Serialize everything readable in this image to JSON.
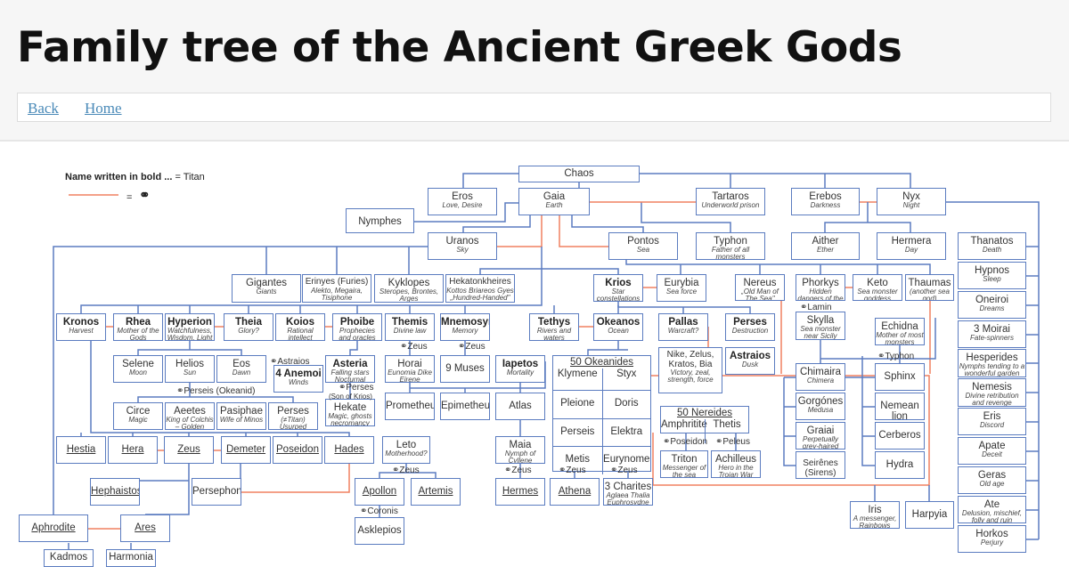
{
  "page": {
    "title": "Family tree of the Ancient Greek Gods"
  },
  "nav": {
    "back": "Back",
    "home": "Home"
  },
  "legend": {
    "bold_text": "Name written in bold ...",
    "titan_text": "= Titan",
    "equals": "=",
    "marriage_icon": "⚭"
  },
  "colors": {
    "box_border": "#5b7cc0",
    "marriage_line": "#f08060",
    "link": "#4a8ab8"
  },
  "nodes": [
    {
      "id": "chaos",
      "name": "Chaos"
    },
    {
      "id": "eros",
      "name": "Eros",
      "sub": "Love, Desire"
    },
    {
      "id": "gaia",
      "name": "Gaia",
      "sub": "Earth"
    },
    {
      "id": "nymphes",
      "name": "Nymphes"
    },
    {
      "id": "tartaros",
      "name": "Tartaros",
      "sub": "Underworld prison"
    },
    {
      "id": "erebos",
      "name": "Erebos",
      "sub": "Darkness"
    },
    {
      "id": "nyx",
      "name": "Nyx",
      "sub": "Night"
    },
    {
      "id": "uranos",
      "name": "Uranos",
      "sub": "Sky"
    },
    {
      "id": "pontos",
      "name": "Pontos",
      "sub": "Sea"
    },
    {
      "id": "typhon",
      "name": "Typhon",
      "sub": "Father of all monsters"
    },
    {
      "id": "aither",
      "name": "Aither",
      "sub": "Ether"
    },
    {
      "id": "hermera",
      "name": "Hermera",
      "sub": "Day"
    },
    {
      "id": "gigantes",
      "name": "Gigantes",
      "sub": "Giants"
    },
    {
      "id": "erinyes",
      "name": "Erinyes (Furies)",
      "sub": "Alekto, Megaira, Tisiphone"
    },
    {
      "id": "kyklopes",
      "name": "Kyklopes",
      "sub": "Steropes, Brontes, Arges"
    },
    {
      "id": "hekaton",
      "name": "Hekatonkheires",
      "sub": "Kottos Briareos Gyes „Hundred-Handed\""
    },
    {
      "id": "krios",
      "name": "Krios",
      "sub": "Star constellations",
      "titan": true
    },
    {
      "id": "eurybia",
      "name": "Eurybia",
      "sub": "Sea force"
    },
    {
      "id": "nereus",
      "name": "Nereus",
      "sub": "„Old Man of The Sea\""
    },
    {
      "id": "phorkys",
      "name": "Phorkys",
      "sub": "Hidden dangers of the deep"
    },
    {
      "id": "keto",
      "name": "Keto",
      "sub": "Sea monster goddess"
    },
    {
      "id": "thaumas",
      "name": "Thaumas",
      "sub": "(another sea god)"
    },
    {
      "id": "thanatos",
      "name": "Thanatos",
      "sub": "Death"
    },
    {
      "id": "hypnos",
      "name": "Hypnos",
      "sub": "Sleep"
    },
    {
      "id": "oneiroi",
      "name": "Oneiroi",
      "sub": "Dreams"
    },
    {
      "id": "moirai",
      "name": "3 Moirai",
      "sub": "Fate-spinners"
    },
    {
      "id": "hesperides",
      "name": "Hesperides",
      "sub": "Nymphs tending to a wonderful garden"
    },
    {
      "id": "nemesis",
      "name": "Nemesis",
      "sub": "Divine retribution and revenge"
    },
    {
      "id": "eris",
      "name": "Eris",
      "sub": "Discord"
    },
    {
      "id": "apate",
      "name": "Apate",
      "sub": "Deceit"
    },
    {
      "id": "geras",
      "name": "Geras",
      "sub": "Old age"
    },
    {
      "id": "ate",
      "name": "Ate",
      "sub": "Delusion, mischief, folly and ruin"
    },
    {
      "id": "horkos",
      "name": "Horkos",
      "sub": "Perjury"
    },
    {
      "id": "kronos",
      "name": "Kronos",
      "sub": "Harvest",
      "titan": true
    },
    {
      "id": "rhea",
      "name": "Rhea",
      "sub": "Mother of the Gods",
      "titan": true
    },
    {
      "id": "hyperion",
      "name": "Hyperion",
      "sub": "Watchfulness, Wisdom, Light",
      "titan": true
    },
    {
      "id": "theia",
      "name": "Theia",
      "sub": "Glory?",
      "titan": true
    },
    {
      "id": "koios",
      "name": "Koios",
      "sub": "Rational intellect",
      "titan": true
    },
    {
      "id": "phoibe",
      "name": "Phoibe",
      "sub": "Prophecies and oracles",
      "titan": true
    },
    {
      "id": "themis",
      "name": "Themis",
      "sub": "Divine law",
      "titan": true
    },
    {
      "id": "mnemosyne",
      "name": "Mnemosyne",
      "sub": "Memory",
      "titan": true
    },
    {
      "id": "tethys",
      "name": "Tethys",
      "sub": "Rivers and waters",
      "titan": true
    },
    {
      "id": "okeanos",
      "name": "Okeanos",
      "sub": "Ocean",
      "titan": true
    },
    {
      "id": "pallas",
      "name": "Pallas",
      "sub": "Warcraft?",
      "titan": true
    },
    {
      "id": "perses1",
      "name": "Perses",
      "sub": "Destruction",
      "titan": true
    },
    {
      "id": "selene",
      "name": "Selene",
      "sub": "Moon"
    },
    {
      "id": "helios",
      "name": "Helios",
      "sub": "Sun"
    },
    {
      "id": "eos",
      "name": "Eos",
      "sub": "Dawn"
    },
    {
      "id": "anemoi",
      "name": "4 Anemoi",
      "sub": "Winds",
      "titan": true
    },
    {
      "id": "asteria",
      "name": "Asteria",
      "sub": "Falling stars Nocturnal oracles",
      "titan": true
    },
    {
      "id": "hekate",
      "name": "Hekate",
      "sub": "Magic, ghosts necromancy etc."
    },
    {
      "id": "circe",
      "name": "Circe",
      "sub": "Magic"
    },
    {
      "id": "aeetes",
      "name": "Aeetes",
      "sub": "King of Colchis – Golden Fleece"
    },
    {
      "id": "pasiphae",
      "name": "Pasiphae",
      "sub": "Wife of Minos"
    },
    {
      "id": "perses2",
      "name": "Perses",
      "sub": "(≠Titan) Usurped Aeetes"
    },
    {
      "id": "horai",
      "name": "Horai",
      "sub": "Eunomia Dike Eirene"
    },
    {
      "id": "muses",
      "name": "9 Muses"
    },
    {
      "id": "iapetos",
      "name": "Iapetos",
      "sub": "Mortality",
      "titan": true
    },
    {
      "id": "prometheus",
      "name": "Prometheus"
    },
    {
      "id": "epimetheus",
      "name": "Epimetheus"
    },
    {
      "id": "atlas",
      "name": "Atlas"
    },
    {
      "id": "nike",
      "name": "Nike, Zelus, Kratos, Bia",
      "sub": "Victory, zeal, strength, force"
    },
    {
      "id": "astraios",
      "name": "Astraios",
      "sub": "Dusk",
      "titan": true
    },
    {
      "id": "triton",
      "name": "Triton",
      "sub": "Messenger of the sea"
    },
    {
      "id": "achilleus",
      "name": "Achilleus",
      "sub": "Hero in the Trojan War"
    },
    {
      "id": "skylla",
      "name": "Skylla",
      "sub": "Sea monster near Sicily"
    },
    {
      "id": "echidna",
      "name": "Echidna",
      "sub": "Mother of most monsters"
    },
    {
      "id": "chimaira",
      "name": "Chimaira",
      "sub": "Chimera"
    },
    {
      "id": "gorgones",
      "name": "Gorgónes",
      "sub": "Medusa"
    },
    {
      "id": "graiai",
      "name": "Graiai",
      "sub": "Perpetually grey-haired women"
    },
    {
      "id": "seirenes",
      "name": "Seirênes (Sirens)"
    },
    {
      "id": "sphinx",
      "name": "Sphinx"
    },
    {
      "id": "nemean",
      "name": "Nemean lion"
    },
    {
      "id": "cerberos",
      "name": "Cerberos"
    },
    {
      "id": "hydra",
      "name": "Hydra"
    },
    {
      "id": "iris",
      "name": "Iris",
      "sub": "A messenger, Rainbows"
    },
    {
      "id": "harpyia",
      "name": "Harpyia"
    },
    {
      "id": "hestia",
      "name": "Hestia",
      "oly": true
    },
    {
      "id": "hera",
      "name": "Hera",
      "oly": true
    },
    {
      "id": "zeus",
      "name": "Zeus",
      "oly": true
    },
    {
      "id": "demeter",
      "name": "Demeter",
      "oly": true
    },
    {
      "id": "poseidon",
      "name": "Poseidon",
      "oly": true
    },
    {
      "id": "hades",
      "name": "Hades",
      "oly": true
    },
    {
      "id": "leto",
      "name": "Leto",
      "sub": "Motherhood?"
    },
    {
      "id": "hephaistos",
      "name": "Hephaistos",
      "oly": true
    },
    {
      "id": "persephone",
      "name": "Persephone"
    },
    {
      "id": "apollon",
      "name": "Apollon",
      "oly": true
    },
    {
      "id": "artemis",
      "name": "Artemis",
      "oly": true
    },
    {
      "id": "asklepios",
      "name": "Asklepios"
    },
    {
      "id": "maia",
      "name": "Maia",
      "sub": "Nymph of Cyllene"
    },
    {
      "id": "hermes",
      "name": "Hermes",
      "oly": true
    },
    {
      "id": "athena",
      "name": "Athena",
      "oly": true
    },
    {
      "id": "charites",
      "name": "3 Charites",
      "sub": "Aglaea Thalia Euphrosydne"
    },
    {
      "id": "aphrodite",
      "name": "Aphrodite",
      "oly": true
    },
    {
      "id": "ares",
      "name": "Ares",
      "oly": true
    },
    {
      "id": "kadmos",
      "name": "Kadmos"
    },
    {
      "id": "harmonia",
      "name": "Harmonia"
    }
  ],
  "okeanides": {
    "title": "50 Okeanides",
    "members": [
      "Klymene",
      "Styx",
      "Pleione",
      "Doris",
      "Perseis",
      "Elektra",
      "Metis",
      "Eurynome"
    ]
  },
  "nereides": {
    "title": "50 Nereides",
    "members": [
      "Amphritite",
      "Thetis"
    ]
  },
  "labels": [
    {
      "id": "l-zeus-themis",
      "text": "⚭Zeus"
    },
    {
      "id": "l-zeus-mnem",
      "text": "⚭Zeus"
    },
    {
      "id": "l-astraios",
      "text": "⚭Astraios"
    },
    {
      "id": "l-perseis",
      "text": "⚭Perseis (Okeanid)"
    },
    {
      "id": "l-perses",
      "text": "⚭Perses"
    },
    {
      "id": "l-sonkrios",
      "text": "(Son of Krios)"
    },
    {
      "id": "l-zeus-leto",
      "text": "⚭Zeus"
    },
    {
      "id": "l-coronis",
      "text": "⚭Coronis"
    },
    {
      "id": "l-zeus-maia",
      "text": "⚭Zeus"
    },
    {
      "id": "l-zeus-metis",
      "text": "⚭Zeus"
    },
    {
      "id": "l-zeus-eury",
      "text": "⚭Zeus"
    },
    {
      "id": "l-poseidon",
      "text": "⚭Poseidon"
    },
    {
      "id": "l-peleus",
      "text": "⚭Peleus"
    },
    {
      "id": "l-lamin",
      "text": "⚭Lamin"
    },
    {
      "id": "l-typhon",
      "text": "⚭Typhon"
    }
  ]
}
